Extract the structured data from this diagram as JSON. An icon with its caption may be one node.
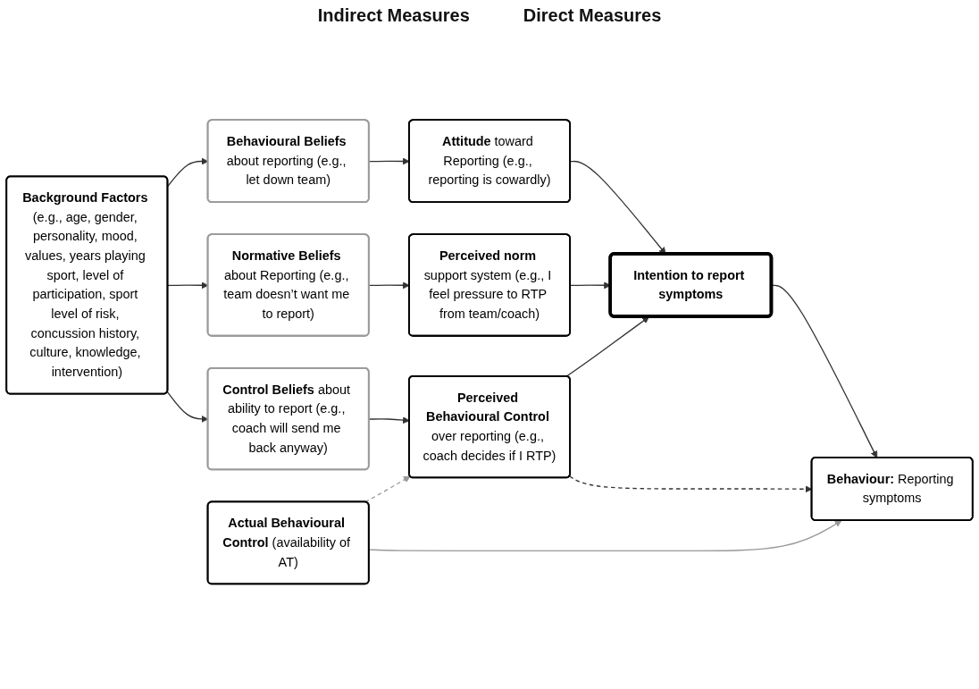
{
  "diagram": {
    "nodes": [
      {
        "text": [
          "**Background Factors** (e.g., age, gender, personality, mood, values, years playing sport, level of participation, sport level of risk, concussion history, culture, knowledge, intervention)"
        ]
      },
      {
        "text": [
          "**Behavioural Beliefs** about reporting (e.g., let down team)"
        ]
      },
      {
        "text": [
          "**Attitude** toward Reporting (e.g., reporting is cowardly)"
        ]
      },
      {
        "text": [
          "**Normative Beliefs** about Reporting (e.g., team doesn’t want me to report)"
        ]
      },
      {
        "text": [
          "**Perceived norm** support system (e.g., I feel pressure to RTP from team/coach)"
        ]
      },
      {
        "text": [
          "**Control Beliefs** about ability to report (e.g., coach will send me back anyway)"
        ]
      },
      {
        "text": [
          "**Perceived Behavioural Control** over reporting (e.g., coach decides if I RTP)"
        ]
      },
      {
        "text": [
          "**Intention to report symptoms**"
        ]
      },
      {
        "text": [
          "**Behaviour:** Reporting symptoms"
        ]
      },
      {
        "text": [
          "**Actual Behavioural Control** (availability of AT)"
        ]
      }
    ],
    "edges": [
      {
        "from": 0,
        "to": 1,
        "arrow": "to"
      },
      {
        "from": 0,
        "to": 3,
        "arrow": "to"
      },
      {
        "from": 0,
        "to": 5,
        "arrow": "to"
      },
      {
        "from": 1,
        "to": 2,
        "arrow": "to"
      },
      {
        "from": 3,
        "to": 4,
        "arrow": "to"
      },
      {
        "from": 5,
        "to": 6,
        "arrow": "to"
      },
      {
        "from": 2,
        "to": 7,
        "arrow": "to"
      },
      {
        "from": 4,
        "to": 7,
        "arrow": "to"
      },
      {
        "from": 6,
        "to": 7,
        "arrow": "to"
      },
      {
        "from": 7,
        "to": 8,
        "arrow": "to"
      },
      {
        "from": 6,
        "to": 8,
        "arrow": "to",
        "style": "dashed"
      },
      {
        "from": 9,
        "to": 8,
        "arrow": "to",
        "color": "#999999"
      },
      {
        "from": 9,
        "to": 6,
        "arrow": "to",
        "style": "dashed",
        "color": "#999999"
      }
    ],
    "labels": [
      "Indirect Measures",
      "Direct Measures"
    ]
  }
}
